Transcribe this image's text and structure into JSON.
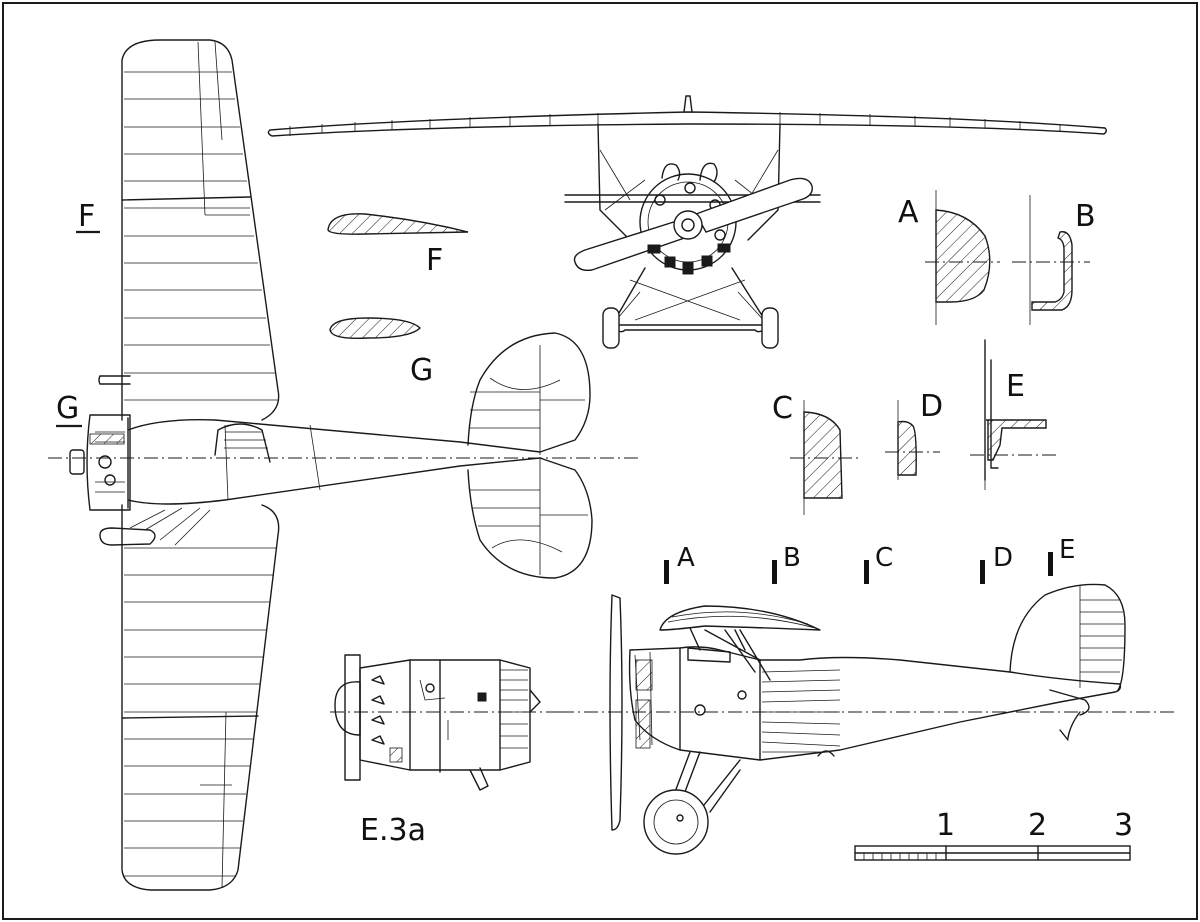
{
  "section_labels": {
    "planform_F": "F",
    "planform_G": "G",
    "profile_F": "F",
    "profile_G": "G",
    "detail_A": "A",
    "detail_B": "B",
    "detail_C": "C",
    "detail_D": "D",
    "detail_E": "E",
    "station_A": "A",
    "station_B": "B",
    "station_C": "C",
    "station_D": "D",
    "station_E": "E"
  },
  "variant_label": "E.3a",
  "scale_bar": {
    "labels": [
      "1",
      "2",
      "3"
    ]
  }
}
